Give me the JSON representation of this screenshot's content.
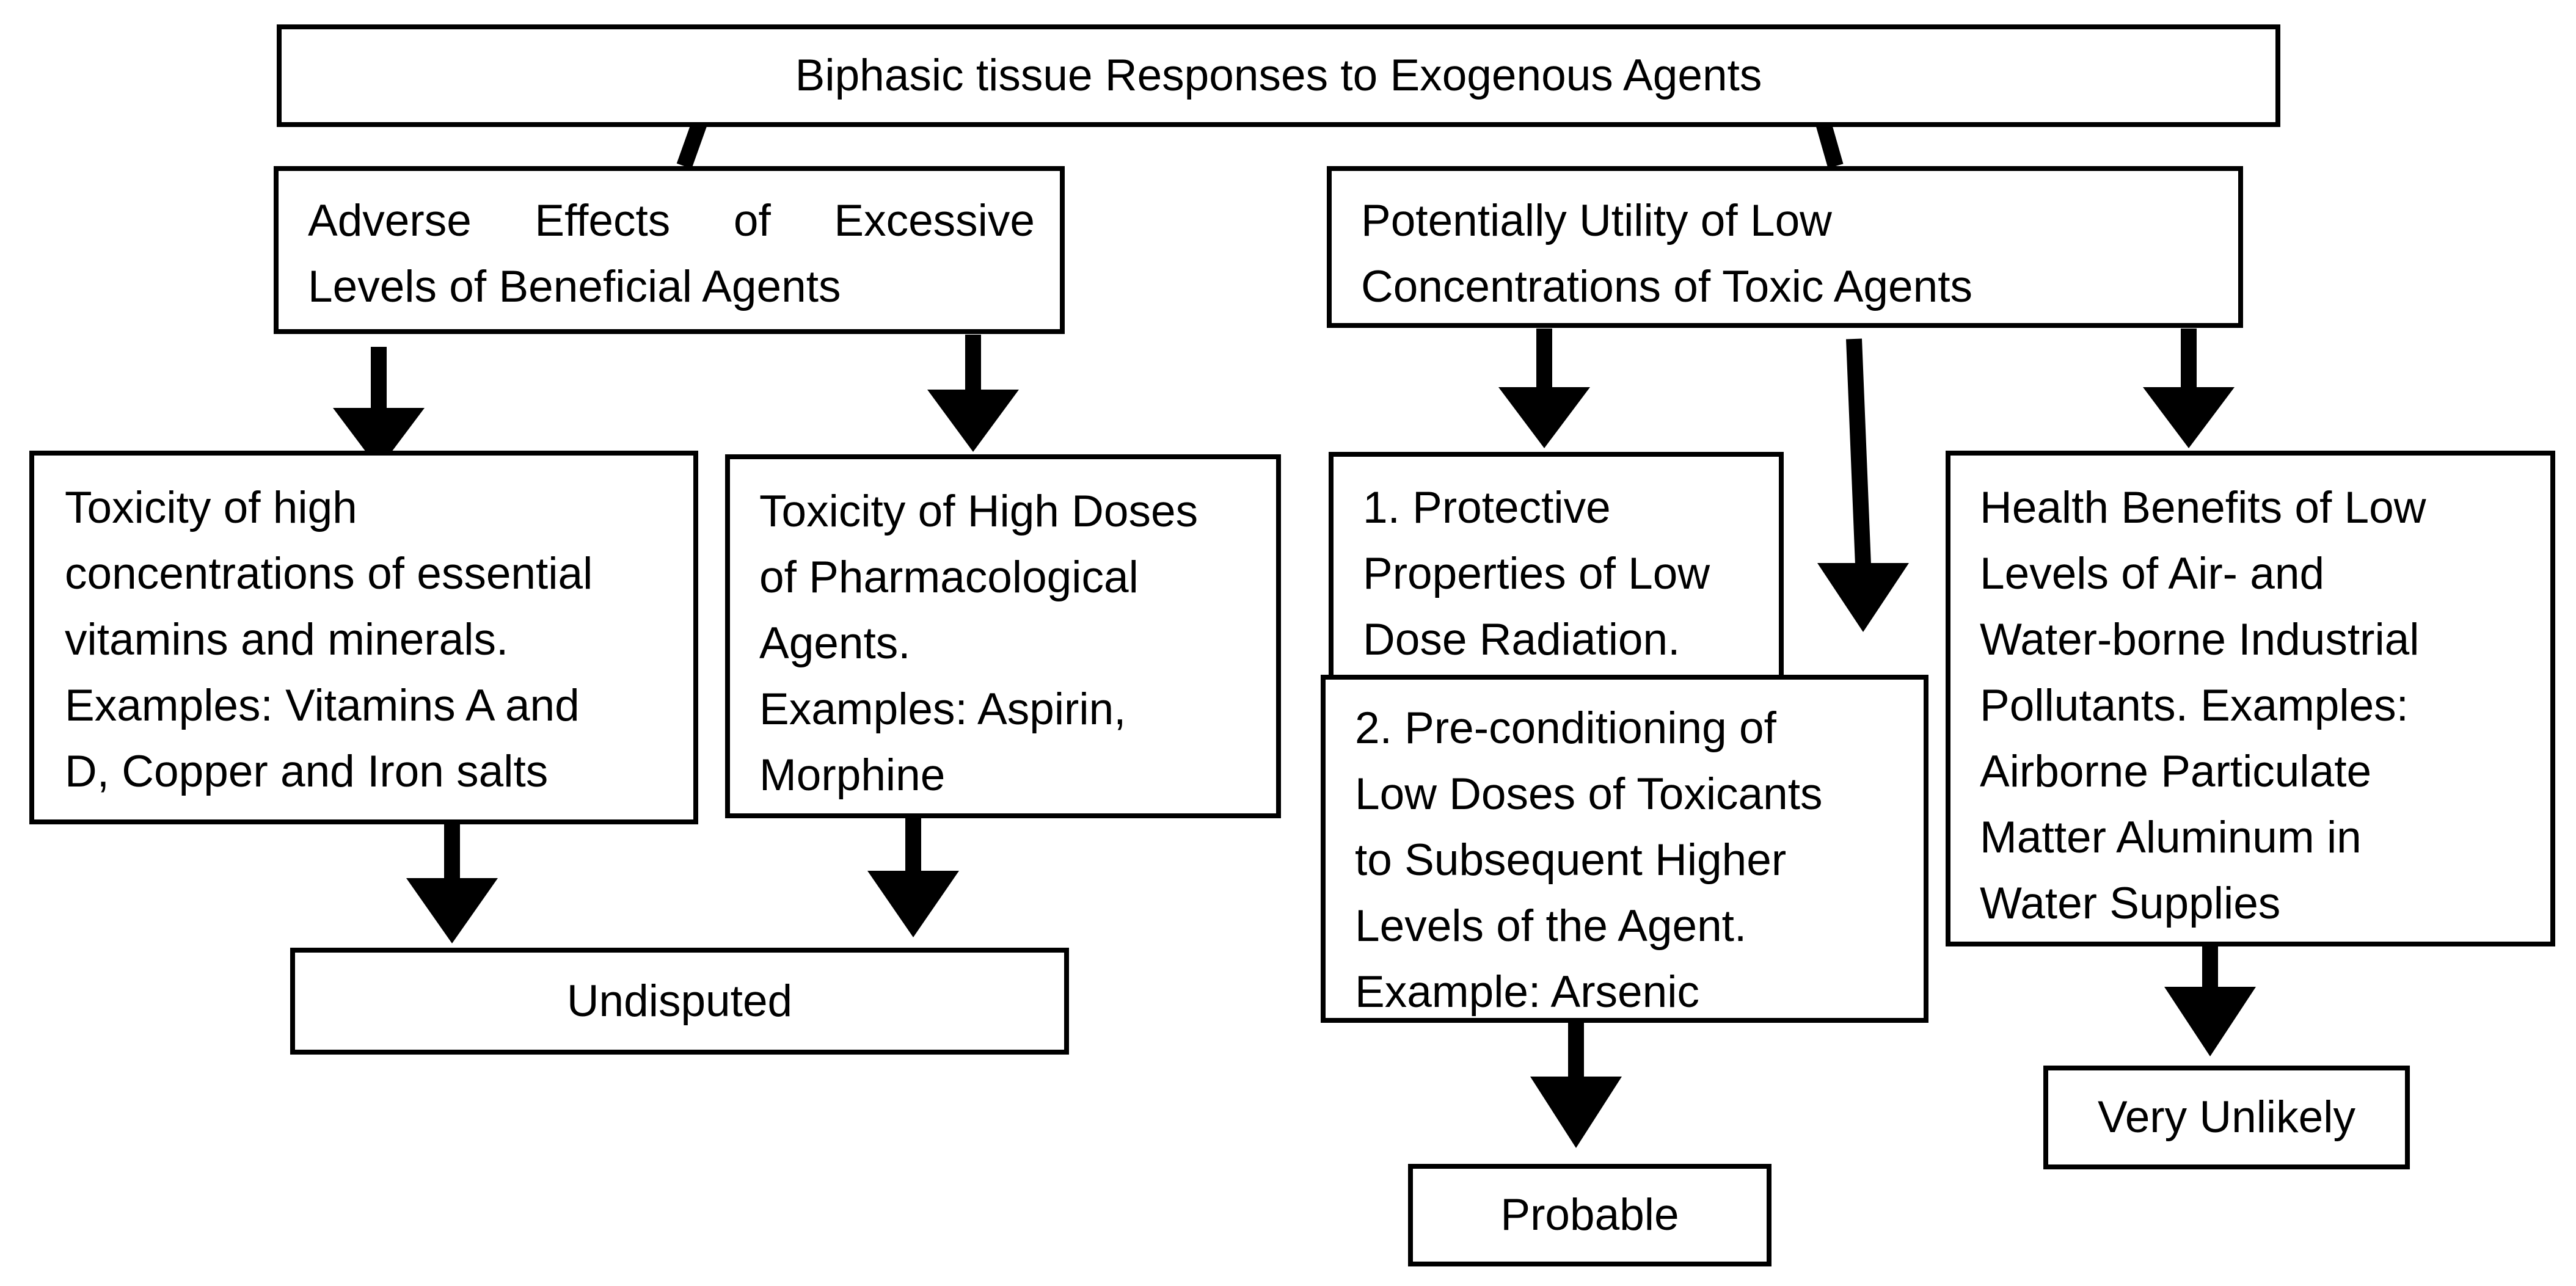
{
  "root": {
    "label": "Biphasic tissue Responses to Exogenous Agents"
  },
  "branches": {
    "left": {
      "line1": "Adverse Effects of Excessive",
      "line2": "Levels of Beneficial Agents"
    },
    "right": {
      "text": "Potentially Utility of Low\nConcentrations of Toxic Agents"
    }
  },
  "leaves": {
    "vitamins": {
      "text": "Toxicity of high\nconcentrations of essential\nvitamins and minerals.\nExamples: Vitamins A and\nD, Copper and Iron salts"
    },
    "pharma": {
      "text": "Toxicity of High Doses\nof Pharmacological\nAgents.\nExamples: Aspirin,\nMorphine"
    },
    "radiation": {
      "text": "1. Protective\nProperties of Low\nDose Radiation."
    },
    "preconditioning": {
      "text": "2. Pre-conditioning of\nLow Doses of Toxicants\nto Subsequent Higher\nLevels of the Agent.\nExample:  Arsenic"
    },
    "pollutants": {
      "text": "Health Benefits of Low\nLevels of Air- and\nWater-borne Industrial\nPollutants. Examples:\nAirborne Particulate\nMatter Aluminum in\nWater Supplies"
    }
  },
  "outcomes": {
    "undisputed": "Undisputed",
    "probable": "Probable",
    "very_unlikely": "Very Unlikely"
  },
  "colors": {
    "line": "#000000",
    "background": "#ffffff"
  }
}
